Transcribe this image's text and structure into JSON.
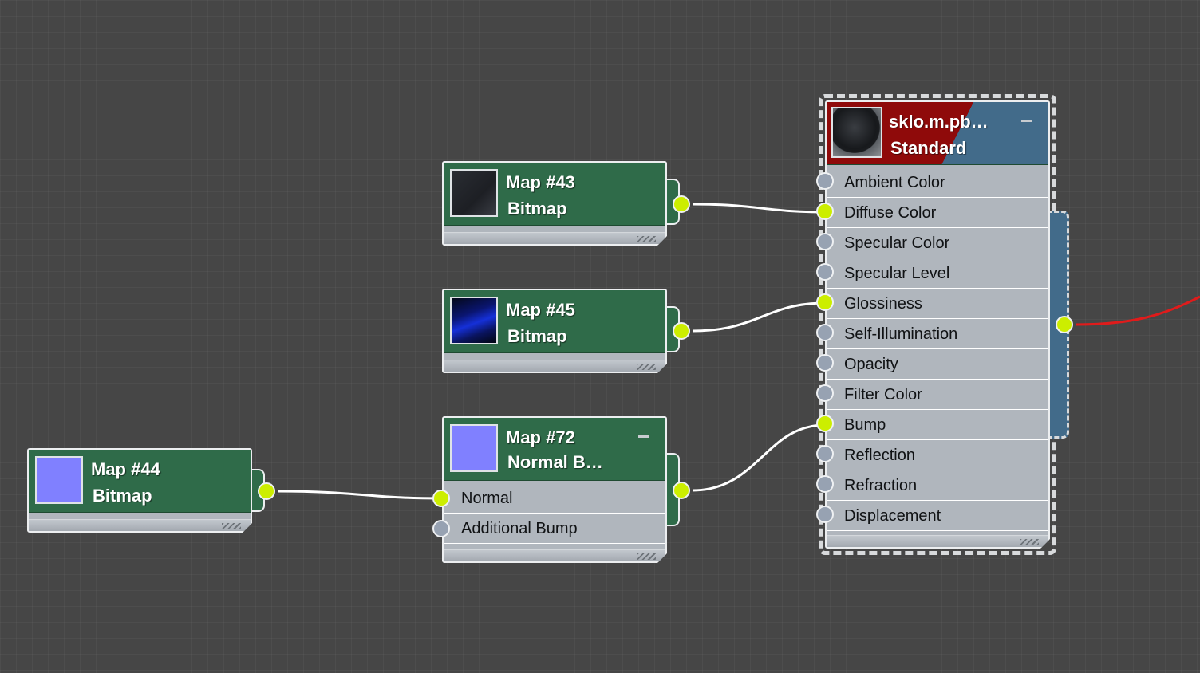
{
  "colors": {
    "canvas": "#464646",
    "map_header": "#2f6b49",
    "material_header_red": "#8f0a0a",
    "material_header_blue": "#426b8a",
    "socket_connected": "#ccee00",
    "socket_empty": "#97a2b2",
    "wire": "#ffffff",
    "output_wire": "#e01b1b"
  },
  "nodes": {
    "map43": {
      "title": "Map #43",
      "subtitle": "Bitmap",
      "thumbnail": "dark-texture"
    },
    "map45": {
      "title": "Map #45",
      "subtitle": "Bitmap",
      "thumbnail": "blue-texture"
    },
    "map44": {
      "title": "Map #44",
      "subtitle": "Bitmap",
      "thumbnail": "flat-normal-purple"
    },
    "map72": {
      "title": "Map #72",
      "subtitle": "Normal  B…",
      "thumbnail": "flat-normal-purple",
      "inputs": [
        {
          "label": "Normal",
          "connected": true
        },
        {
          "label": "Additional Bump",
          "connected": false
        }
      ]
    },
    "material": {
      "title": "sklo.m.pb…",
      "subtitle": "Standard",
      "thumbnail": "dark-sphere",
      "inputs": [
        {
          "label": "Ambient Color",
          "connected": false
        },
        {
          "label": "Diffuse Color",
          "connected": true
        },
        {
          "label": "Specular Color",
          "connected": false
        },
        {
          "label": "Specular Level",
          "connected": false
        },
        {
          "label": "Glossiness",
          "connected": true
        },
        {
          "label": "Self-Illumination",
          "connected": false
        },
        {
          "label": "Opacity",
          "connected": false
        },
        {
          "label": "Filter Color",
          "connected": false
        },
        {
          "label": "Bump",
          "connected": true
        },
        {
          "label": "Reflection",
          "connected": false
        },
        {
          "label": "Refraction",
          "connected": false
        },
        {
          "label": "Displacement",
          "connected": false
        }
      ]
    }
  },
  "connections": [
    {
      "from": "map43",
      "to": "material.Diffuse Color"
    },
    {
      "from": "map45",
      "to": "material.Glossiness"
    },
    {
      "from": "map72",
      "to": "material.Bump"
    },
    {
      "from": "map44",
      "to": "map72.Normal"
    }
  ]
}
